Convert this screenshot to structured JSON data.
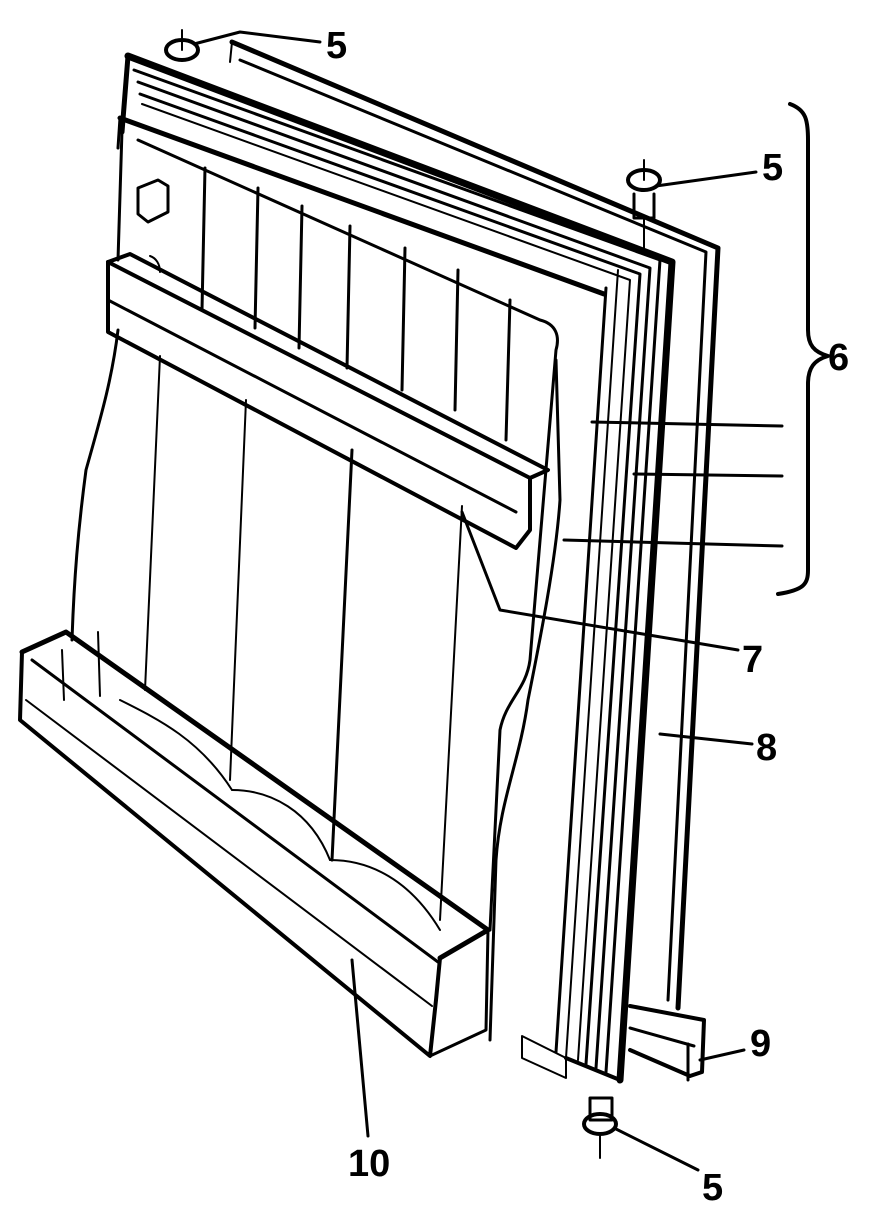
{
  "callouts": [
    {
      "id": "top-pin",
      "label": "5"
    },
    {
      "id": "upper-right-pin",
      "label": "5"
    },
    {
      "id": "gasket-group",
      "label": "6"
    },
    {
      "id": "door-shelf-rail",
      "label": "7"
    },
    {
      "id": "outer-panel",
      "label": "8"
    },
    {
      "id": "hinge-bracket",
      "label": "9"
    },
    {
      "id": "bottom-pin",
      "label": "5"
    },
    {
      "id": "bottom-shelf",
      "label": "10"
    }
  ],
  "colors": {
    "ink": "#000000",
    "background": "#ffffff"
  }
}
